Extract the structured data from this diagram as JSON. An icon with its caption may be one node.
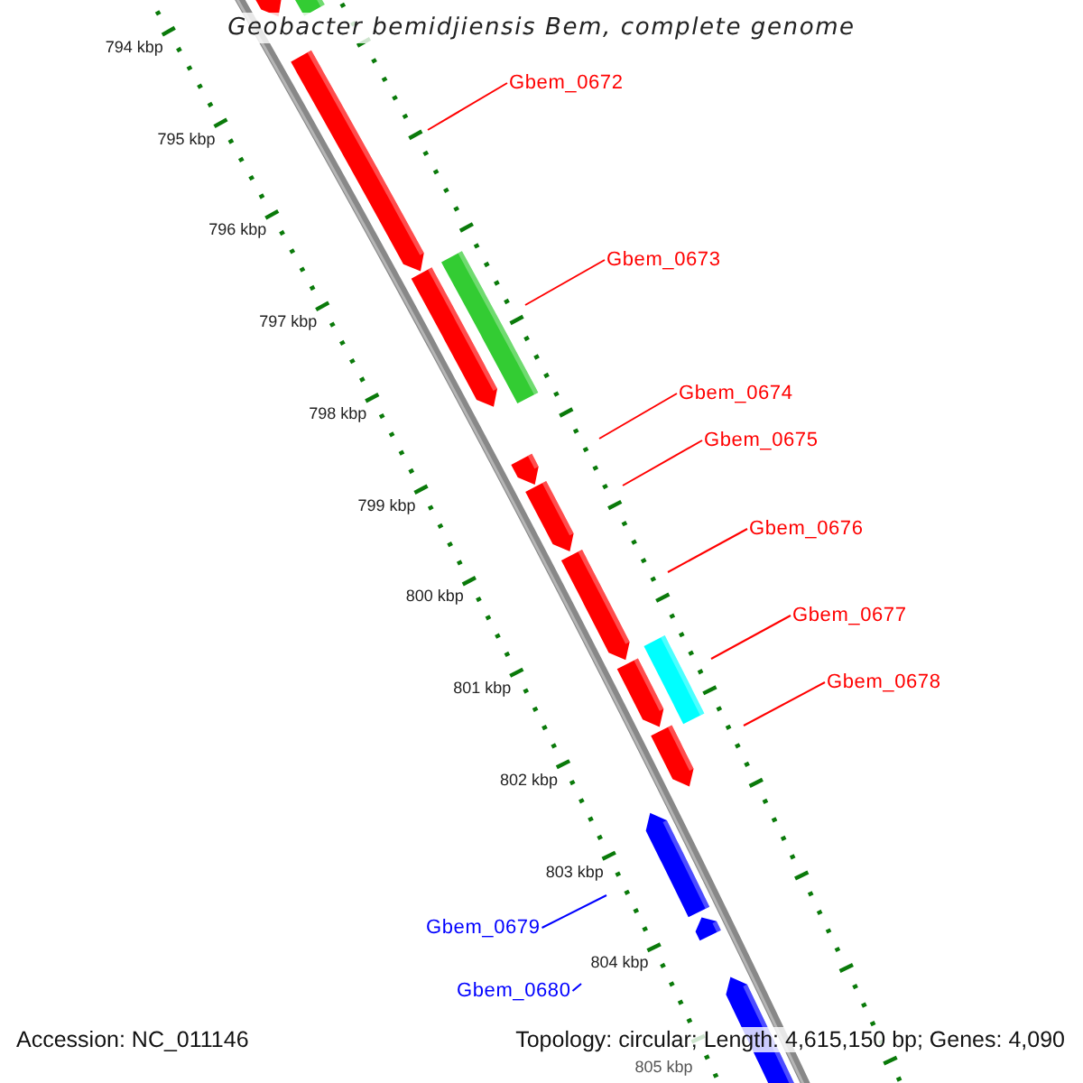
{
  "diagram": {
    "title": "Geobacter bemidjiensis Bem, complete genome",
    "nodes": [
      {
        "text": [
          "Gbem_0672"
        ]
      },
      {
        "text": [
          "Gbem_0673"
        ]
      },
      {
        "text": [
          "Gbem_0674"
        ]
      },
      {
        "text": [
          "Gbem_0675"
        ]
      },
      {
        "text": [
          "Gbem_0676"
        ]
      },
      {
        "text": [
          "Gbem_0677"
        ]
      },
      {
        "text": [
          "Gbem_0678"
        ]
      },
      {
        "text": [
          "Gbem_0679"
        ]
      },
      {
        "text": [
          "Gbem_0680"
        ]
      }
    ],
    "edges": [
      {
        "from": 0,
        "to": null,
        "arrow": "none"
      },
      {
        "from": 1,
        "to": null,
        "arrow": "none"
      },
      {
        "from": 2,
        "to": null,
        "arrow": "none"
      },
      {
        "from": 3,
        "to": null,
        "arrow": "none"
      },
      {
        "from": 4,
        "to": null,
        "arrow": "none"
      },
      {
        "from": 5,
        "to": null,
        "arrow": "none"
      },
      {
        "from": 6,
        "to": null,
        "arrow": "none"
      },
      {
        "from": 7,
        "to": null,
        "arrow": "none",
        "color": "#0000ff"
      },
      {
        "from": 8,
        "to": null,
        "arrow": "none",
        "color": "#0000ff"
      }
    ],
    "labels": [
      "794 kbp",
      "795 kbp",
      "796 kbp",
      "797 kbp",
      "798 kbp",
      "799 kbp",
      "800 kbp",
      "801 kbp",
      "802 kbp",
      "803 kbp",
      "804 kbp",
      "805 kbp",
      "Accession: NC_011146",
      "Topology: circular; Length: 4,615,150 bp; Genes: 4,090"
    ]
  }
}
